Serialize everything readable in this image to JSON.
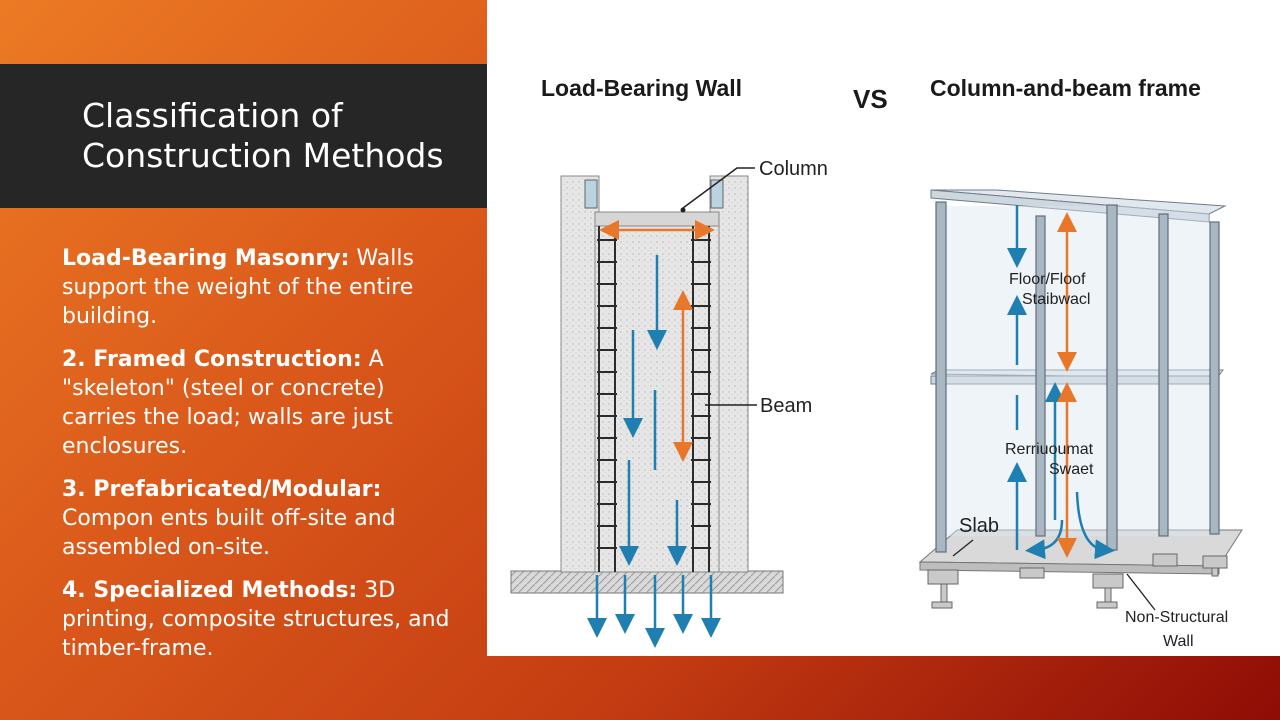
{
  "slide": {
    "title": "Classification of Construction Methods",
    "bullets": [
      {
        "heading": "Load-Bearing Masonry:",
        "text": " Walls support the weight of the entire building."
      },
      {
        "heading": "2. Framed Construction:",
        "text": " A \"skeleton\" (steel or concrete) carries the load; walls are just enclosures."
      },
      {
        "heading": "3. Prefabricated/Modular:",
        "text": " Compon ents built off-site and assembled on-site."
      },
      {
        "heading": "4. Specialized Methods:",
        "text": " 3D printing, composite structures, and timber-frame."
      }
    ]
  },
  "figure": {
    "left_title": "Load-Bearing Wall",
    "vs": "VS",
    "right_title": "Column-and-beam frame",
    "labels": {
      "column": "Column",
      "beam": "Beam",
      "floor_1": "Floor/Floof",
      "floor_2": "Staibwacl",
      "reinf_1": "Rerriuoumat",
      "reinf_2": "Swaet",
      "slab": "Slab",
      "non_struct_1": "Non-Structural",
      "non_struct_2": "Wall"
    },
    "colors": {
      "load_arrow": "#1e7fb0",
      "lateral_arrow": "#e8772a",
      "rebar": "#2b2b2b"
    }
  }
}
